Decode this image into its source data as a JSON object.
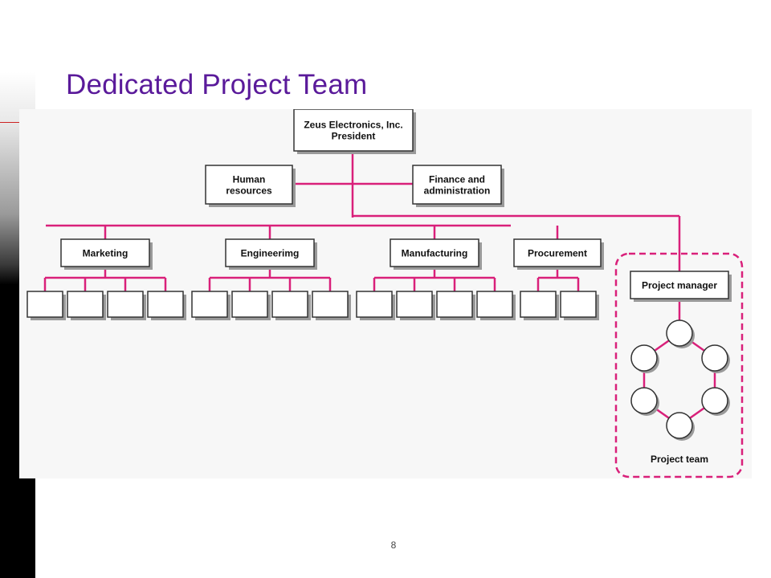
{
  "slide": {
    "title": "Dedicated Project Team",
    "page_number": "8"
  },
  "org_chart": {
    "colors": {
      "connector": "#d9207a",
      "box_border": "#333333",
      "box_fill": "#ffffff",
      "shadow": "#9a9a9a",
      "panel": "#f7f7f7"
    },
    "president": [
      "Zeus Electronics, Inc.",
      "President"
    ],
    "staff_left": [
      "Human",
      "resources"
    ],
    "staff_right": [
      "Finance and",
      "administration"
    ],
    "departments": [
      {
        "label": "Marketing",
        "sub_units": 4
      },
      {
        "label": "Engineerimg",
        "sub_units": 4
      },
      {
        "label": "Manufacturing",
        "sub_units": 4
      },
      {
        "label": "Procurement",
        "sub_units": 2
      }
    ],
    "project_manager": "Project manager",
    "project_team_label": "Project team",
    "team_members": 6
  }
}
